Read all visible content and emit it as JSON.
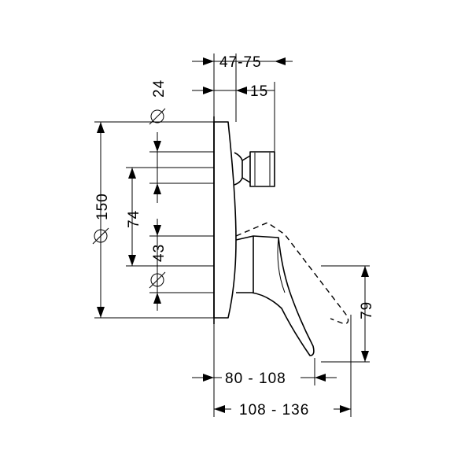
{
  "diagram": {
    "dimensions": {
      "wall_offset": "47-75",
      "knob_length": "15",
      "diameter_24": "24",
      "diameter_150": "150",
      "spacing_74": "74",
      "diameter_43": "43",
      "height_79": "79",
      "spout_projection": "80 - 108",
      "total_projection": "108 - 136"
    },
    "diameter_symbol": "⌀"
  }
}
